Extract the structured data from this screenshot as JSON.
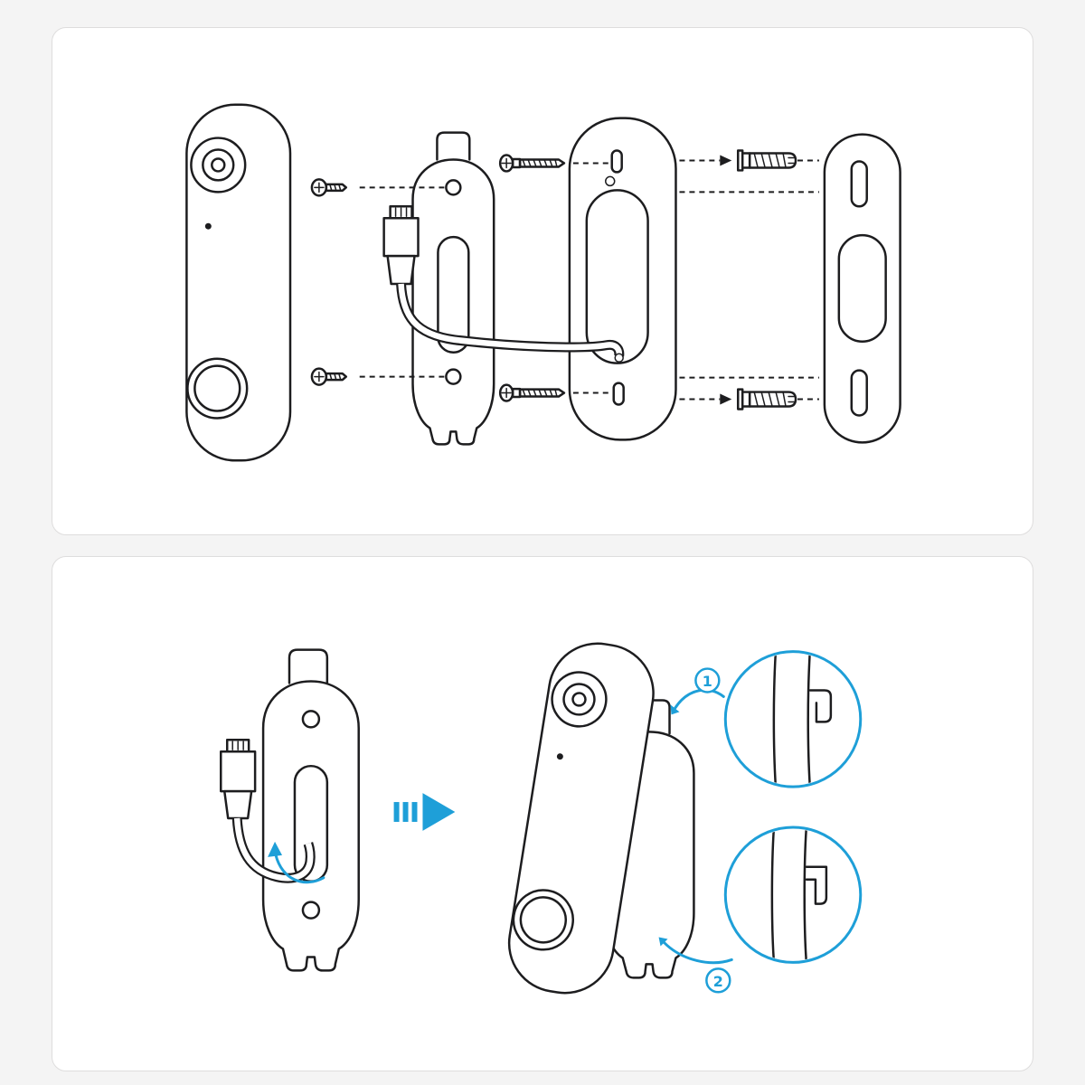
{
  "colors": {
    "line": "#1d1d1f",
    "accent": "#1e9fd8",
    "panel_bg": "#ffffff",
    "panel_border": "#dedddd",
    "page_bg": "#f4f4f4"
  },
  "steps": [
    "1",
    "2"
  ],
  "diagram": {
    "top_panel": {
      "name": "exploded-assembly",
      "parts": [
        "video-doorbell",
        "short-mounting-screws",
        "mounting-bracket",
        "ethernet-connector-and-cable",
        "long-mounting-screws",
        "mounting-plate",
        "wall-anchors",
        "back-plate"
      ]
    },
    "bottom_panel": {
      "name": "installation-steps",
      "parts": [
        "bracket-with-ethernet-cable",
        "cable-routing-arrow",
        "fast-forward-icon",
        "doorbell-hooked-on-bracket",
        "latch-detail-callout",
        "hook-detail-callout"
      ]
    }
  },
  "icons": {
    "fast_forward": "fast-forward-icon",
    "curved_arrow": "curved-arrow-icon",
    "step_badges": [
      "circled-1",
      "circled-2"
    ]
  }
}
